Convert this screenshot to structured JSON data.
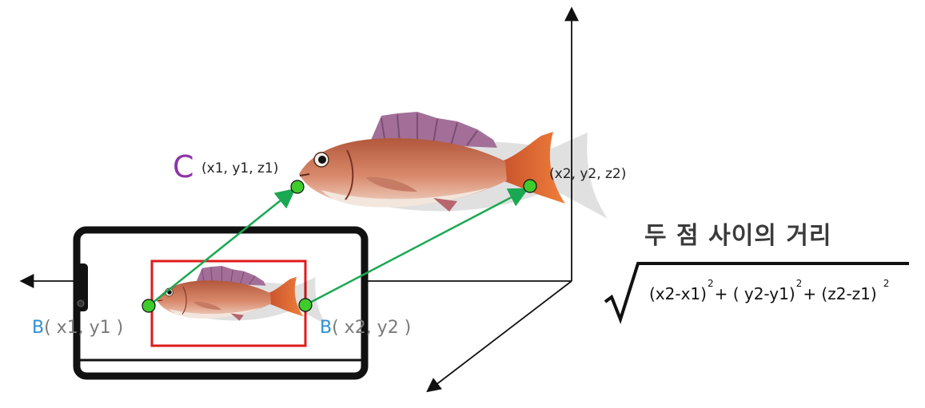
{
  "labels": {
    "point_c_letter": "C",
    "point_c_coords": "(x1, y1, z1)",
    "point_c2_coords": "(x2, y2, z2)",
    "point_b1_letter": "B",
    "point_b1_coords": "( x1, y1 )",
    "point_b2_letter": "B",
    "point_b2_coords": "( x2, y2 )"
  },
  "title": "두 점 사이의 거리",
  "formula": {
    "term1": "(x2-x1)",
    "op1": "+ ( y2-y1)",
    "op2": "+ (z2-z1)",
    "exp1": "2",
    "exp2": "2",
    "exp3": "2"
  },
  "colors": {
    "accent_point": "#3ecb2c",
    "arrow_green": "#1aa852",
    "crop_box": "#e01b1b",
    "letter_c": "#8e33a8",
    "letter_b": "#2f8fd3"
  }
}
